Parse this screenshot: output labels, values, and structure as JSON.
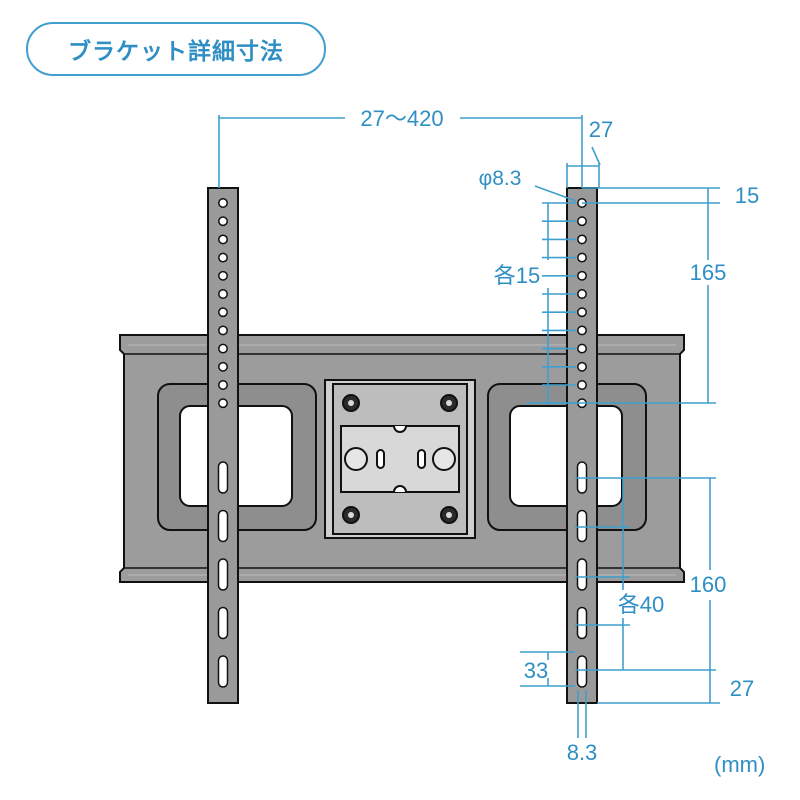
{
  "title": "ブラケット詳細寸法",
  "unit": "(mm)",
  "dimensions": {
    "arm_spacing": "27〜420",
    "arm_width": "27",
    "hole_diameter": "φ8.3",
    "top_offset": "15",
    "hole_pitch": "各15",
    "hole_span": "165",
    "slot_pitch": "各40",
    "slot_span": "160",
    "slot_length": "33",
    "bottom_offset": "27",
    "slot_width": "8.3"
  },
  "colors": {
    "accent": "#3f9fcf",
    "metal": "#9a9a9a",
    "outline": "#111111"
  }
}
